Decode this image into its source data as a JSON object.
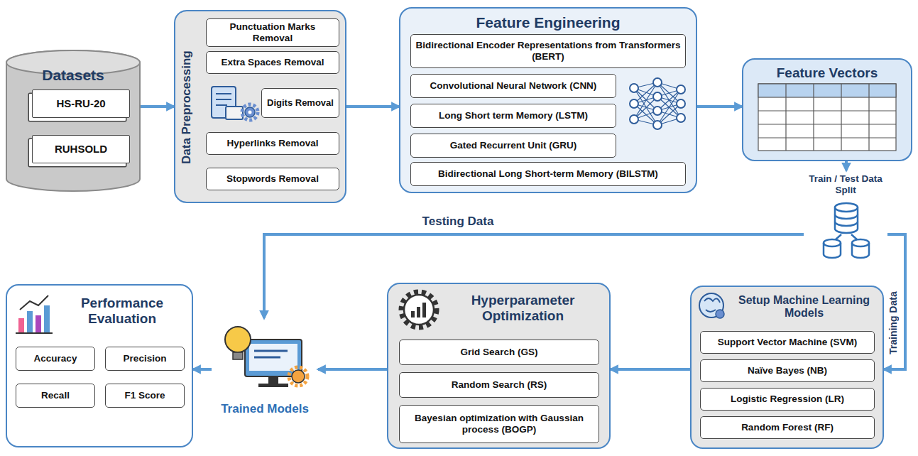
{
  "diagram": {
    "nodes": [
      {
        "text": [
          "Datasets"
        ]
      },
      {
        "text": [
          "HS-RU-20"
        ],
        "in": 0
      },
      {
        "text": [
          "RUHSOLD"
        ],
        "in": 0
      },
      {
        "text": [
          "Data Preprocessing"
        ]
      },
      {
        "text": [
          "Punctuation Marks Removal"
        ],
        "in": 3
      },
      {
        "text": [
          "Extra Spaces Removal"
        ],
        "in": 3
      },
      {
        "text": [
          "Digits Removal"
        ],
        "in": 3
      },
      {
        "text": [
          "Hyperlinks Removal"
        ],
        "in": 3
      },
      {
        "text": [
          "Stopwords Removal"
        ],
        "in": 3
      },
      {
        "text": [
          "Feature Engineering"
        ]
      },
      {
        "text": [
          "Bidirectional Encoder Representations from Transformers (BERT)"
        ],
        "in": 9
      },
      {
        "text": [
          "Convolutional Neural Network (CNN)"
        ],
        "in": 9
      },
      {
        "text": [
          "Long Short term Memory (LSTM)"
        ],
        "in": 9
      },
      {
        "text": [
          "Gated Recurrent Unit (GRU)"
        ],
        "in": 9
      },
      {
        "text": [
          "Bidirectional Long Short-term Memory (BILSTM)"
        ],
        "in": 9
      },
      {
        "text": [
          "Feature Vectors"
        ]
      },
      {
        "text": [
          "Train / Test Data Split"
        ]
      },
      {
        "text": [
          "Setup Machine Learning Models"
        ]
      },
      {
        "text": [
          "Support Vector Machine (SVM)"
        ],
        "in": 17
      },
      {
        "text": [
          "Naïve Bayes (NB)"
        ],
        "in": 17
      },
      {
        "text": [
          "Logistic Regression (LR)"
        ],
        "in": 17
      },
      {
        "text": [
          "Random Forest (RF)"
        ],
        "in": 17
      },
      {
        "text": [
          "Hyperparameter Optimization"
        ]
      },
      {
        "text": [
          "Grid Search (GS)"
        ],
        "in": 22
      },
      {
        "text": [
          "Random Search (RS)"
        ],
        "in": 22
      },
      {
        "text": [
          "Bayesian optimization with Gaussian process (BOGP)"
        ],
        "in": 22
      },
      {
        "text": [
          "Trained Models"
        ]
      },
      {
        "text": [
          "Performance Evaluation"
        ]
      },
      {
        "text": [
          "Accuracy"
        ],
        "in": 27
      },
      {
        "text": [
          "Precision"
        ],
        "in": 27
      },
      {
        "text": [
          "Recall"
        ],
        "in": 27
      },
      {
        "text": [
          "F1 Score"
        ],
        "in": 27
      }
    ],
    "edges": [
      {
        "from": 0,
        "to": 3,
        "arrow": "to"
      },
      {
        "from": 3,
        "to": 9,
        "arrow": "to"
      },
      {
        "from": 9,
        "to": 15,
        "arrow": "to"
      },
      {
        "from": 15,
        "to": 16,
        "arrow": "to"
      },
      {
        "from": 16,
        "to": 17,
        "label": "Training Data",
        "arrow": "to"
      },
      {
        "from": 17,
        "to": 22,
        "arrow": "to"
      },
      {
        "from": 22,
        "to": 26,
        "arrow": "to"
      },
      {
        "from": 16,
        "to": 26,
        "label": "Testing Data",
        "arrow": "to"
      },
      {
        "from": 26,
        "to": 27,
        "arrow": "to"
      }
    ]
  }
}
